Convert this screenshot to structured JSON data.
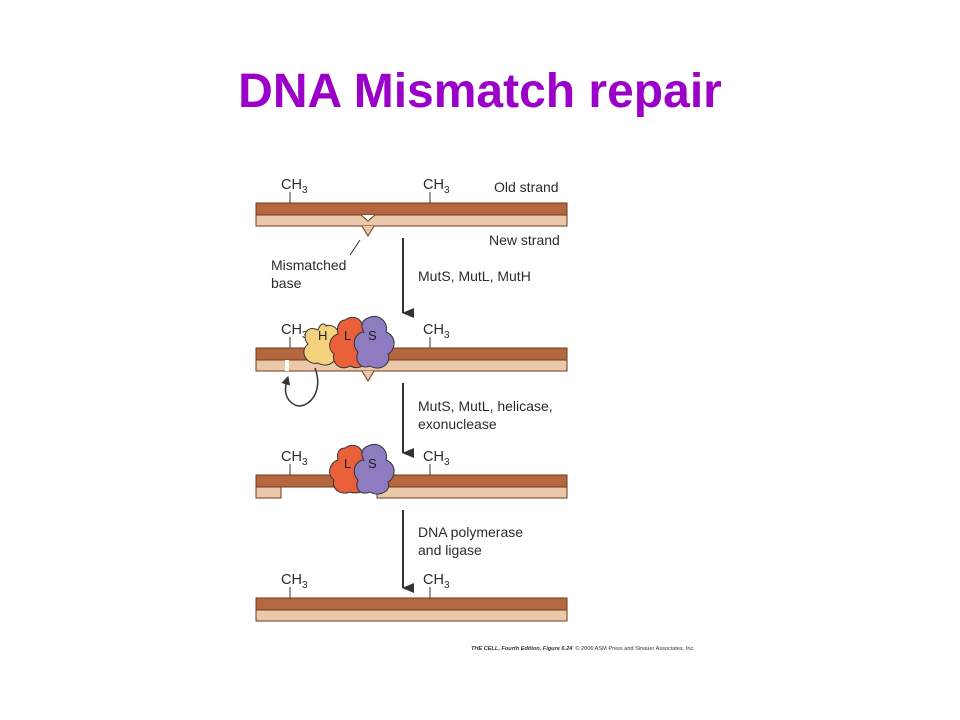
{
  "title": "DNA Mismatch repair",
  "colors": {
    "title": "#9b00c8",
    "old_strand": "#b5683f",
    "new_strand": "#ecc8aa",
    "strand_outline": "#6b3a1e",
    "mutH": "#f7d27e",
    "mutL": "#e9603a",
    "mutS": "#8e7bc0",
    "arrow": "#333333"
  },
  "labels": {
    "ch_main": "CH",
    "ch_sub": "3",
    "old_strand": "Old strand",
    "new_strand": "New strand",
    "mismatched_line1": "Mismatched",
    "mismatched_line2": "base"
  },
  "proteins": {
    "h": "H",
    "l": "L",
    "s": "S"
  },
  "steps": [
    {
      "line1": "MutS, MutL, MutH",
      "line2": ""
    },
    {
      "line1": "MutS, MutL, helicase,",
      "line2": "exonuclease"
    },
    {
      "line1": "DNA polymerase",
      "line2": "and ligase"
    }
  ],
  "credit": {
    "italic": "THE CELL, Fourth Edition, Figure 6.24",
    "rest": "© 2006 ASM Press and Sinauer Associates, Inc."
  }
}
